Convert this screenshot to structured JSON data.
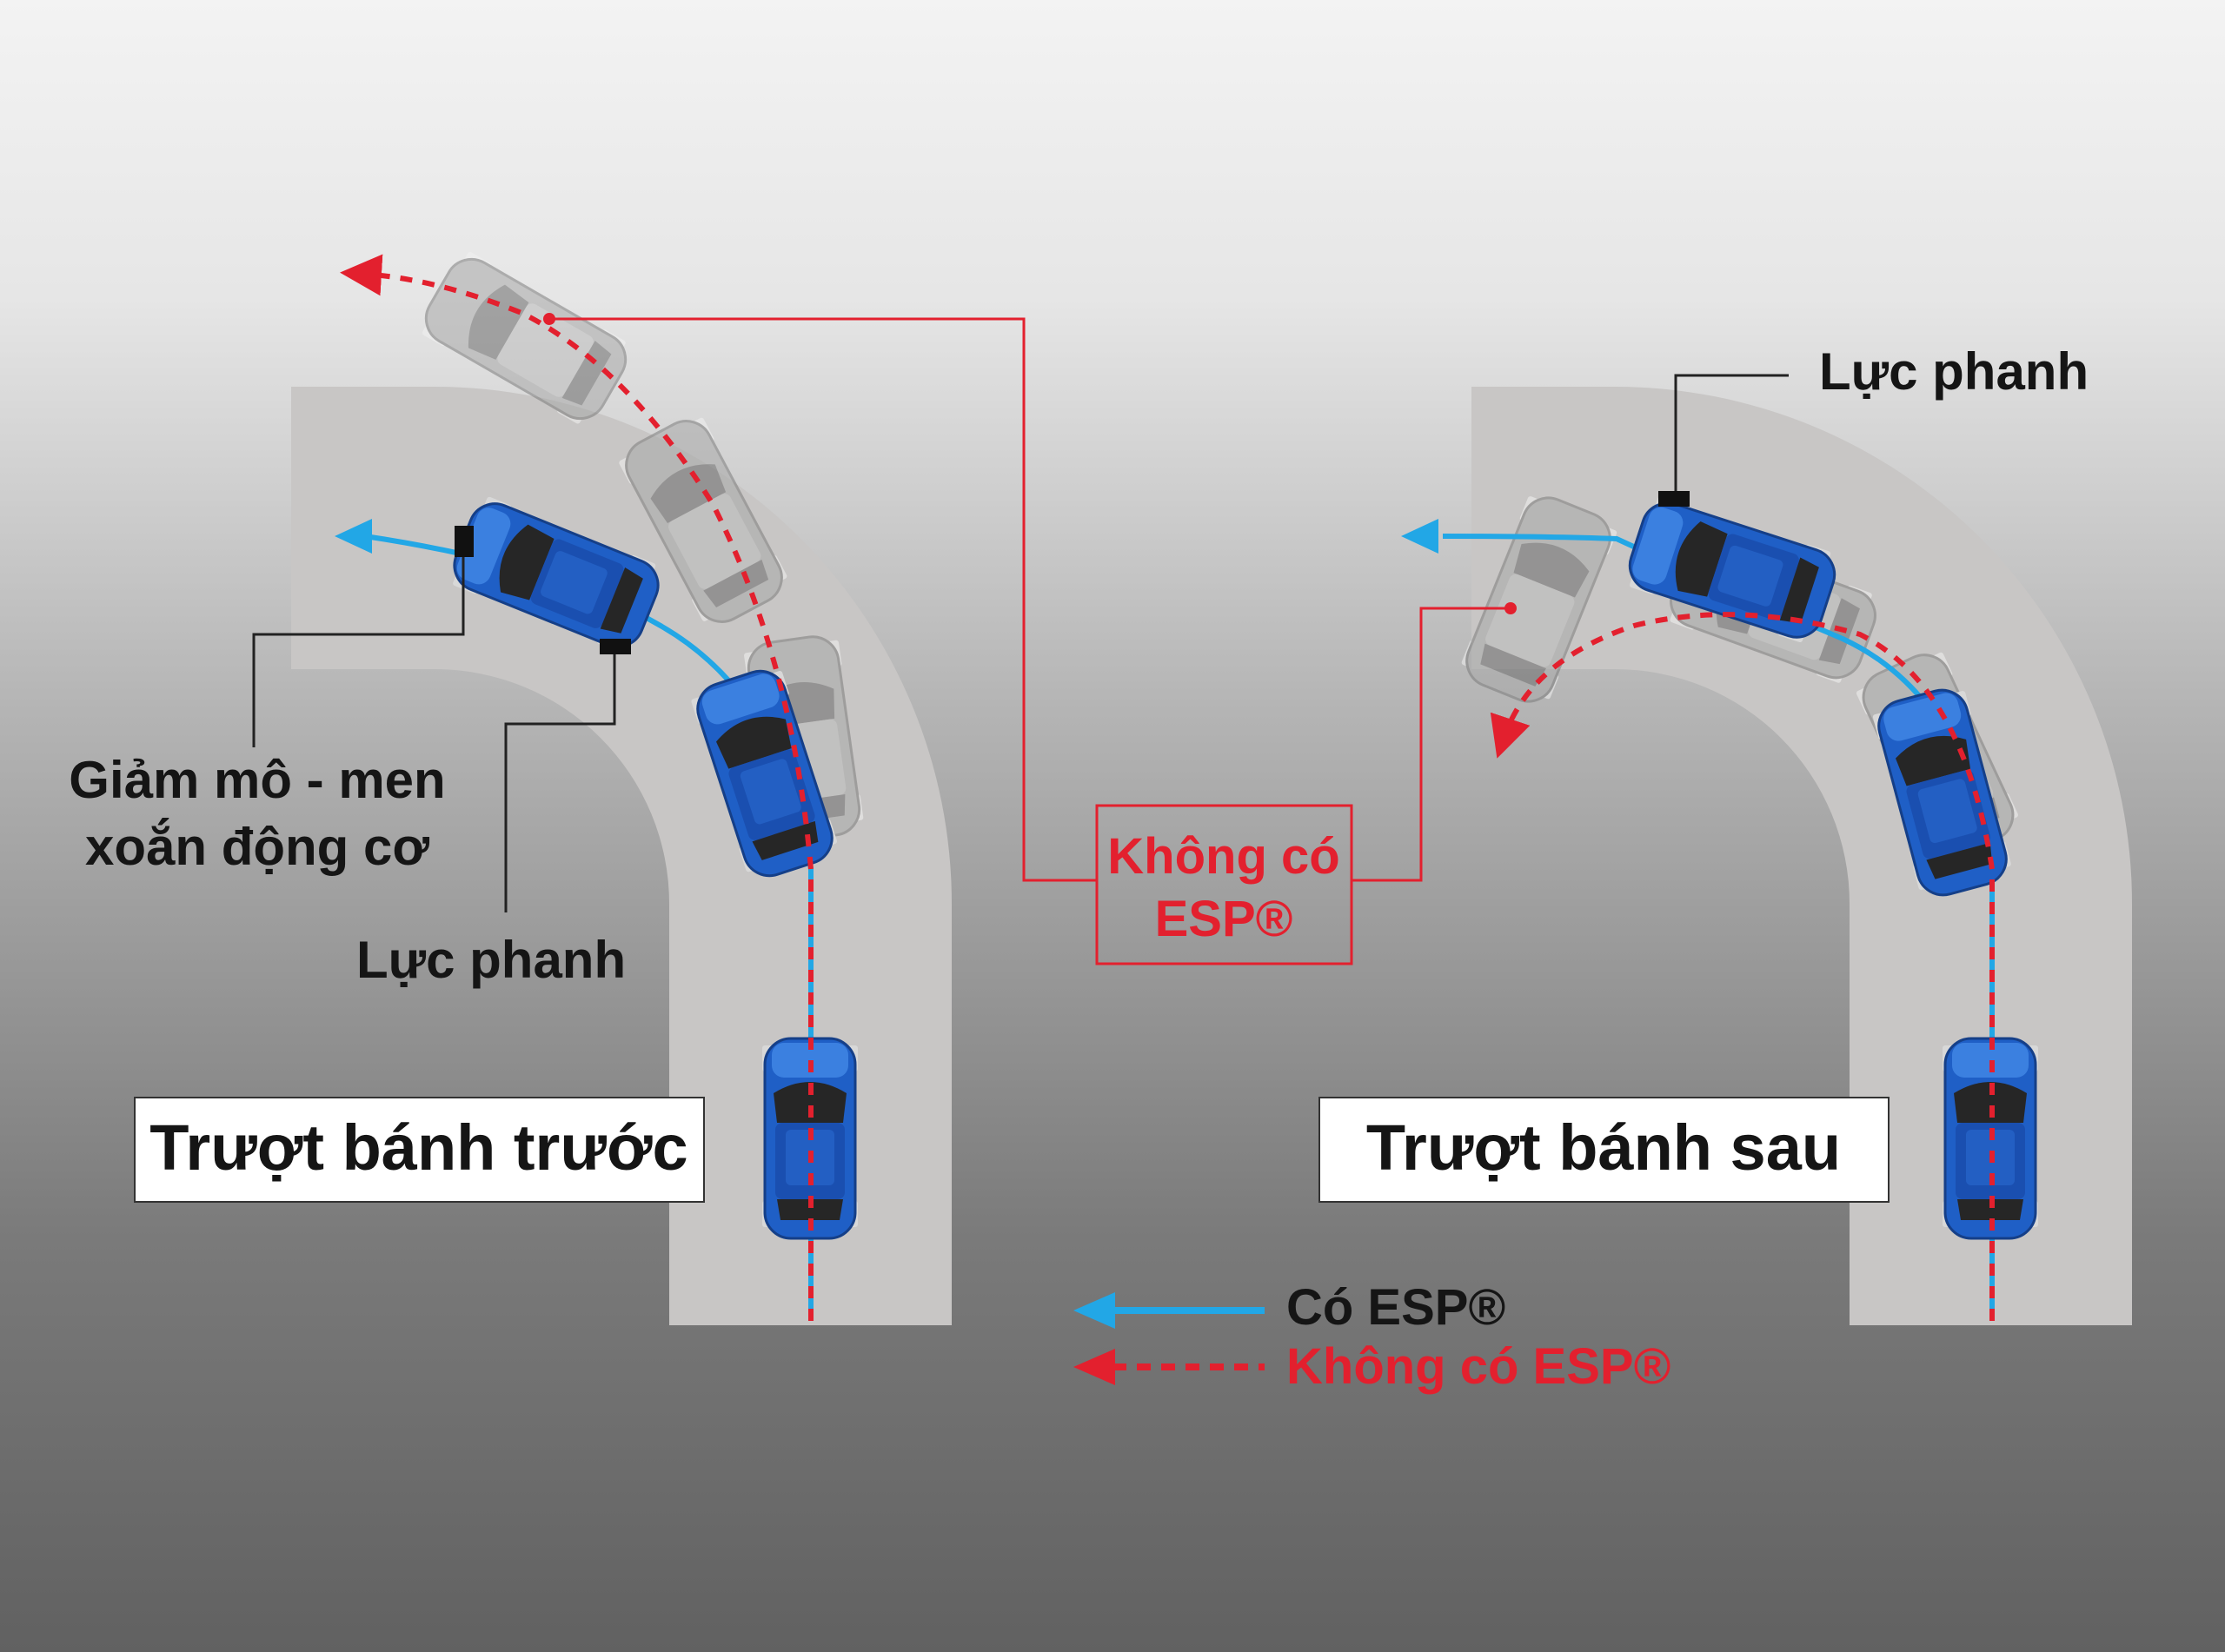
{
  "colors": {
    "with_esp": "#22a7e6",
    "without_esp": "#e3202e",
    "car_blue": "#1f5fc6",
    "road": "#c8c6c5",
    "label_text": "#151515"
  },
  "icons": [
    "blue-car-icon",
    "ghost-car-icon",
    "arrow-left-icon"
  ],
  "left_panel": {
    "title": "Trượt bánh trước",
    "torque_label_line1": "Giảm mô - men",
    "torque_label_line2": "xoắn động cơ",
    "brake_label": "Lực phanh"
  },
  "right_panel": {
    "title": "Trượt bánh sau",
    "brake_label": "Lực phanh"
  },
  "center_callout": {
    "line1": "Không có",
    "line2": "ESP®"
  },
  "legend": {
    "with_esp": "Có ESP®",
    "without_esp": "Không có ESP®"
  }
}
